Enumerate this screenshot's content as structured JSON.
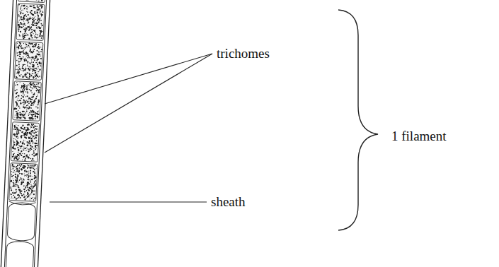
{
  "diagram": {
    "labels": [
      "trichomes",
      "sheath",
      "1 filament"
    ]
  }
}
